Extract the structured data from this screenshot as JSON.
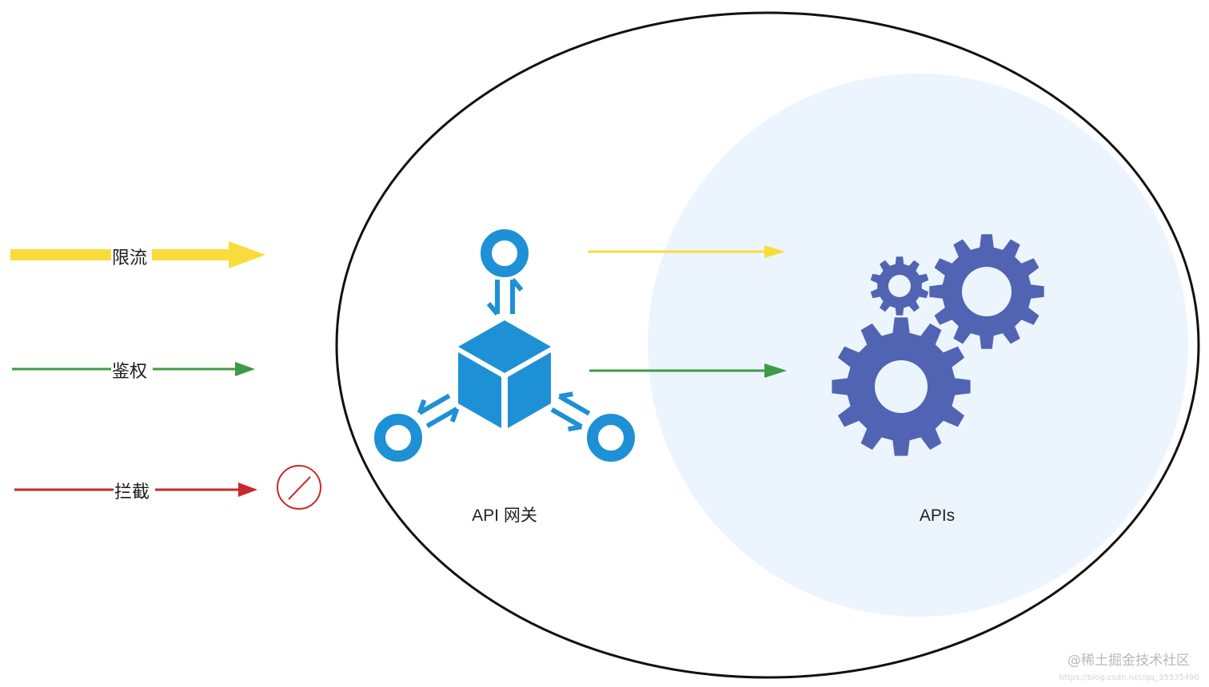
{
  "legend": {
    "items": [
      {
        "id": "ratelimit",
        "label": "限流",
        "color": "#f9dc3b"
      },
      {
        "id": "auth",
        "label": "鉴权",
        "color": "#3d9a45"
      },
      {
        "id": "block",
        "label": "拦截",
        "color": "#c8282a"
      }
    ]
  },
  "diagram": {
    "gateway_label": "API 网关",
    "apis_label": "APIs",
    "outer_ellipse_color": "#111111",
    "api_region_color": "#ecf5fd",
    "gateway_icon": "box-hub-icon",
    "gateway_color": "#1e90d5",
    "apis_icon": "gears-icon",
    "apis_color": "#5064b3",
    "blocked_icon": "prohibited-icon",
    "flows": [
      {
        "id": "ratelimit-flow",
        "color": "#f9dc3b"
      },
      {
        "id": "auth-flow",
        "color": "#3d9a45"
      }
    ]
  },
  "watermark": {
    "text": "@稀土掘金技术社区",
    "subtext": "https://blog.csdn.net/qq_35535490"
  }
}
